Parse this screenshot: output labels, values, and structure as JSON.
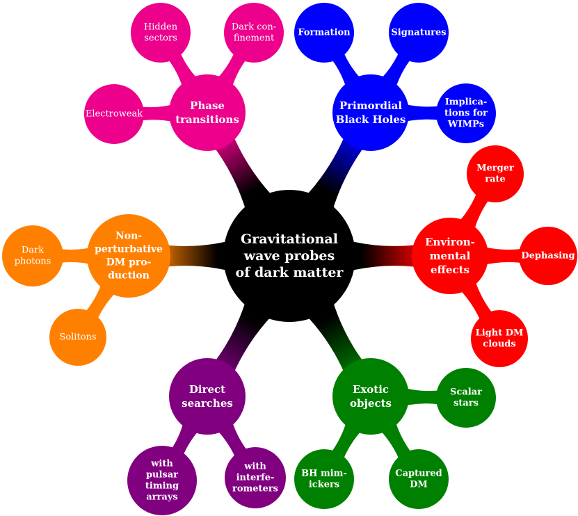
{
  "root": {
    "lines": [
      "Gravitational",
      "wave probes",
      "of dark matter"
    ],
    "color": "#000000"
  },
  "branches": [
    {
      "id": "phase-transitions",
      "color": "#ec008c",
      "lines": [
        "Phase",
        "transitions"
      ],
      "leaves": [
        {
          "id": "electroweak",
          "lines": [
            "Electroweak"
          ]
        },
        {
          "id": "hidden-sectors",
          "lines": [
            "Hidden",
            "sectors"
          ]
        },
        {
          "id": "dark-confinement",
          "lines": [
            "Dark con-",
            "finement"
          ]
        }
      ]
    },
    {
      "id": "primordial-black-holes",
      "color": "#0000ff",
      "lines": [
        "Primordial",
        "Black Holes"
      ],
      "leaves": [
        {
          "id": "formation",
          "lines": [
            "Formation"
          ]
        },
        {
          "id": "signatures",
          "lines": [
            "Signatures"
          ]
        },
        {
          "id": "implications-wimps",
          "lines": [
            "Implica-",
            "tions for",
            "WIMPs"
          ]
        }
      ]
    },
    {
      "id": "environmental-effects",
      "color": "#ff0000",
      "lines": [
        "Environ-",
        "mental",
        "effects"
      ],
      "leaves": [
        {
          "id": "merger-rate",
          "lines": [
            "Merger",
            "rate"
          ]
        },
        {
          "id": "dephasing",
          "lines": [
            "Dephasing"
          ]
        },
        {
          "id": "light-dm-clouds",
          "lines": [
            "Light DM",
            "clouds"
          ]
        }
      ]
    },
    {
      "id": "exotic-objects",
      "color": "#008000",
      "lines": [
        "Exotic",
        "objects"
      ],
      "leaves": [
        {
          "id": "scalar-stars",
          "lines": [
            "Scalar",
            "stars"
          ]
        },
        {
          "id": "captured-dm",
          "lines": [
            "Captured",
            "DM"
          ]
        },
        {
          "id": "bh-mimickers",
          "lines": [
            "BH mim-",
            "ickers"
          ]
        }
      ]
    },
    {
      "id": "direct-searches",
      "color": "#800080",
      "lines": [
        "Direct",
        "searches"
      ],
      "leaves": [
        {
          "id": "pulsar-timing",
          "lines": [
            "with",
            "pulsar",
            "timing",
            "arrays"
          ]
        },
        {
          "id": "interferometers",
          "lines": [
            "with",
            "interfe-",
            "rometers"
          ]
        }
      ]
    },
    {
      "id": "nonperturbative-dm",
      "color": "#ff8000",
      "lines": [
        "Non-",
        "perturbative",
        "DM pro-",
        "duction"
      ],
      "leaves": [
        {
          "id": "dark-photons",
          "lines": [
            "Dark",
            "photons"
          ]
        },
        {
          "id": "solitons",
          "lines": [
            "Solitons"
          ]
        }
      ]
    }
  ]
}
